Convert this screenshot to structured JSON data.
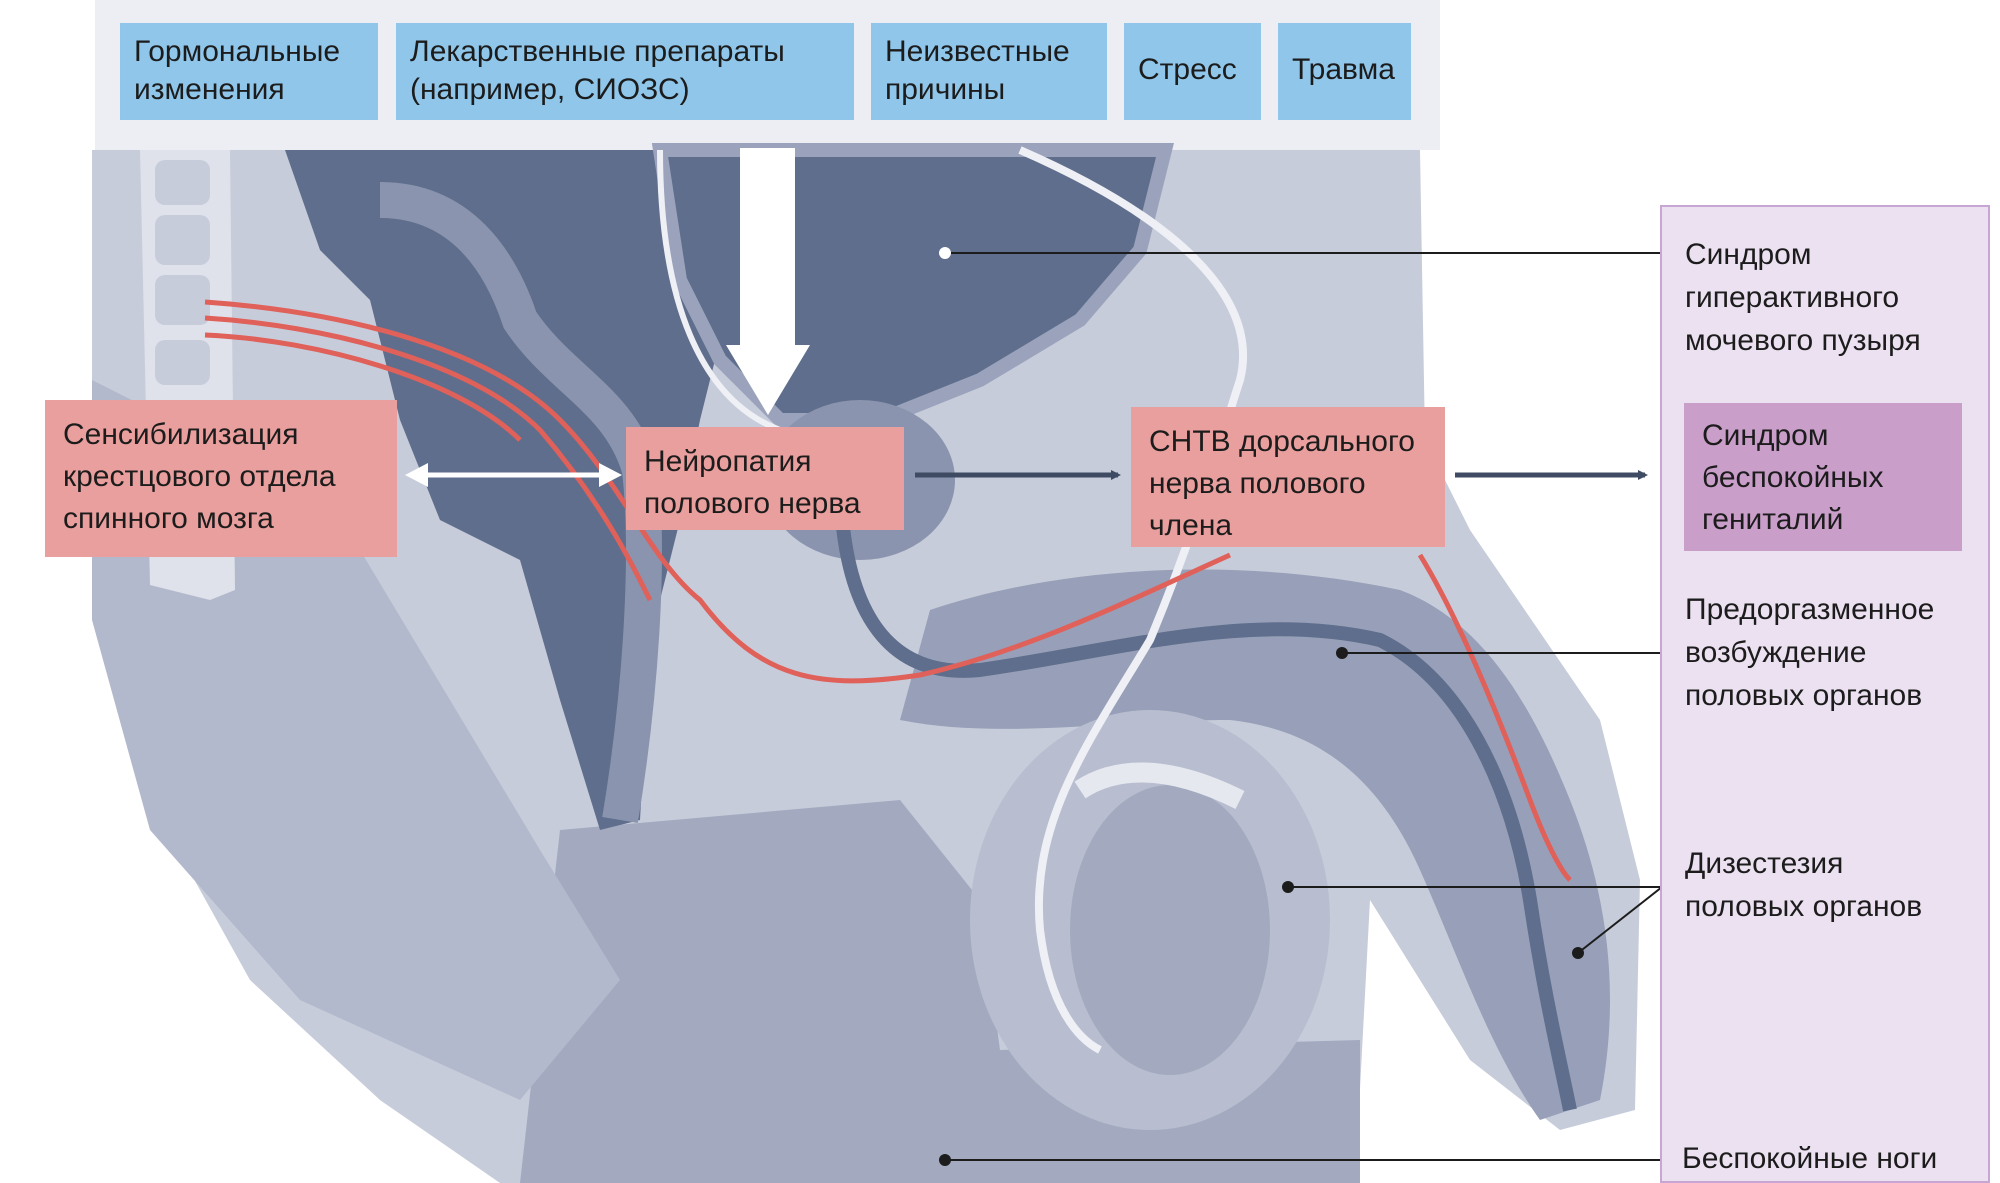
{
  "causes": [
    {
      "lines": [
        "Гормональные",
        "изменения"
      ]
    },
    {
      "lines": [
        "Лекарственные препараты",
        "(например, СИОЗС)"
      ]
    },
    {
      "lines": [
        "Неизвестные",
        "причины"
      ]
    },
    {
      "lines": [
        "Стресс"
      ]
    },
    {
      "lines": [
        "Травма"
      ]
    }
  ],
  "mechanisms": {
    "sacral": [
      "Сенсибилизация",
      "крестцового отдела",
      "спинного мозга"
    ],
    "pudendal": [
      "Нейропатия",
      "полового нерва"
    ],
    "dorsal": [
      "СНТВ дорсального",
      "нерва полового",
      "члена"
    ]
  },
  "conditions": {
    "bladder": [
      "Синдром",
      "гиперактивного",
      "мочевого пузыря"
    ],
    "rgs": [
      "Синдром",
      "беспокойных",
      "гениталий"
    ],
    "arousal": [
      "Предоргазменное",
      "возбуждение",
      "половых органов"
    ],
    "dysesthesia": [
      "Дизестезия",
      "половых органов"
    ],
    "legs": [
      "Беспокойные ноги"
    ]
  },
  "colors": {
    "cause_box": "#8fc6ea",
    "mechanism_box": "#e99f9d",
    "panel_bg": "#ece1f1",
    "panel_border": "#c7a6d3",
    "rgs_box": "#c99ec9",
    "nerve": "#e0605a",
    "arrow_dark": "#3f4b63"
  }
}
